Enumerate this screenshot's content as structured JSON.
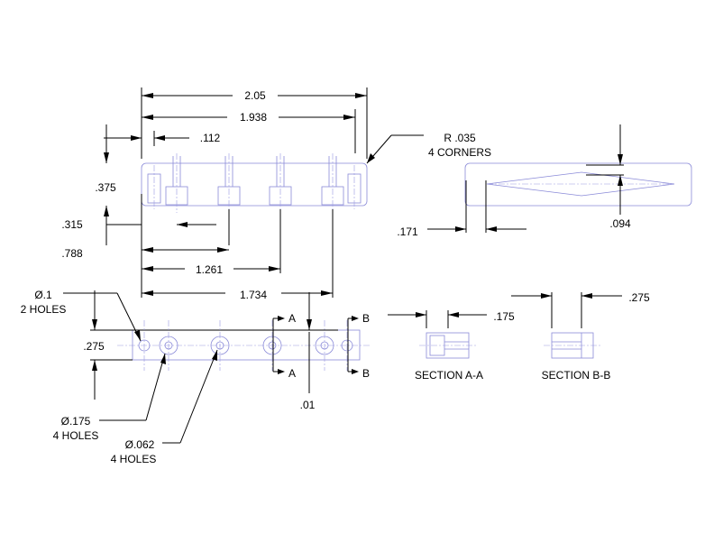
{
  "labels": {
    "dim_2_05": "2.05",
    "dim_1_938": "1.938",
    "dim_112": ".112",
    "dim_375": ".375",
    "dim_315": ".315",
    "dim_788": ".788",
    "dim_1_261": "1.261",
    "dim_1_734": "1.734",
    "corner_radius": "R .035",
    "corner_count": "4 CORNERS",
    "dim_094": ".094",
    "dim_171": ".171",
    "pin_hole_dia": "Ø.1",
    "pin_hole_count": "2 HOLES",
    "dim_275_front": ".275",
    "cbore_dia": "Ø.175",
    "cbore_count": "4 HOLES",
    "thru_dia": "Ø.062",
    "thru_count": "4 HOLES",
    "dim_01": ".01",
    "sec_a": "A",
    "sec_b": "B",
    "dim_175": ".175",
    "section_a_title": "SECTION A-A",
    "dim_275_section": ".275",
    "section_b_title": "SECTION B-B"
  },
  "colors": {
    "part_line": "#8a8ad8",
    "dimension_line": "#000000"
  }
}
